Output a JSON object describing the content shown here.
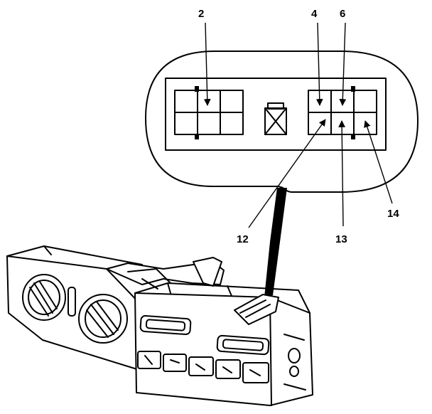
{
  "callouts": {
    "pin_2": "2",
    "pin_4": "4",
    "pin_6": "6",
    "pin_12": "12",
    "pin_13": "13",
    "pin_14": "14"
  }
}
